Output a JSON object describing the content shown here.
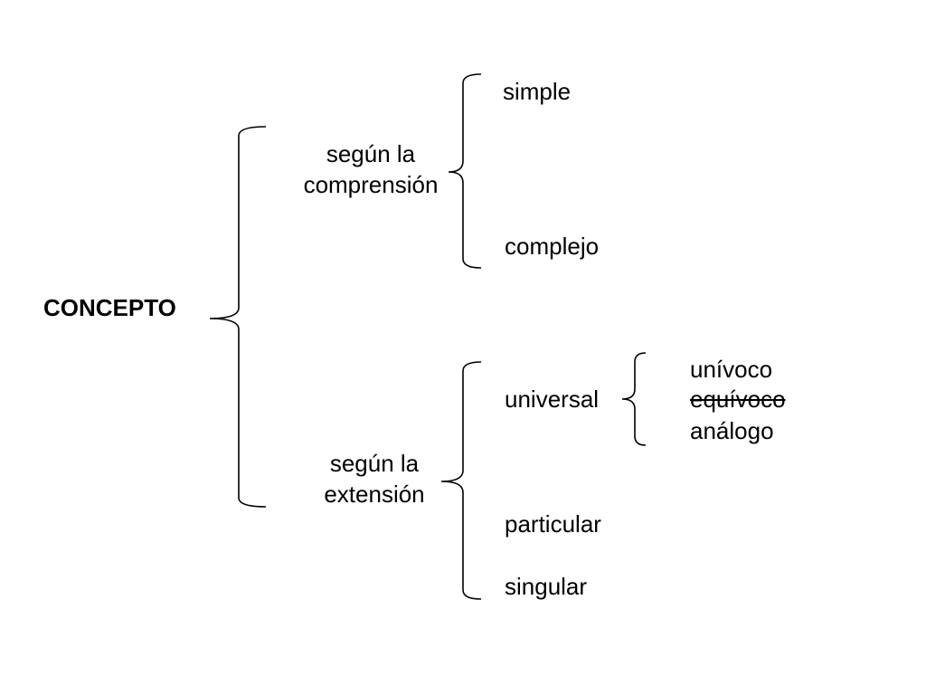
{
  "root": {
    "label": "CONCEPTO"
  },
  "comprehension": {
    "label_line1": "según la",
    "label_line2": "comprensión",
    "children": [
      "simple",
      "complejo"
    ]
  },
  "extension": {
    "label_line1": "según la",
    "label_line2": "extensión",
    "children": [
      "universal",
      "particular",
      "singular"
    ]
  },
  "universal": {
    "children": [
      {
        "label": "unívoco",
        "struck": false
      },
      {
        "label": "equívoco",
        "struck": true
      },
      {
        "label": "análogo",
        "struck": false
      }
    ]
  },
  "colors": {
    "line": "#000000",
    "text": "#000000",
    "background": "#ffffff"
  }
}
